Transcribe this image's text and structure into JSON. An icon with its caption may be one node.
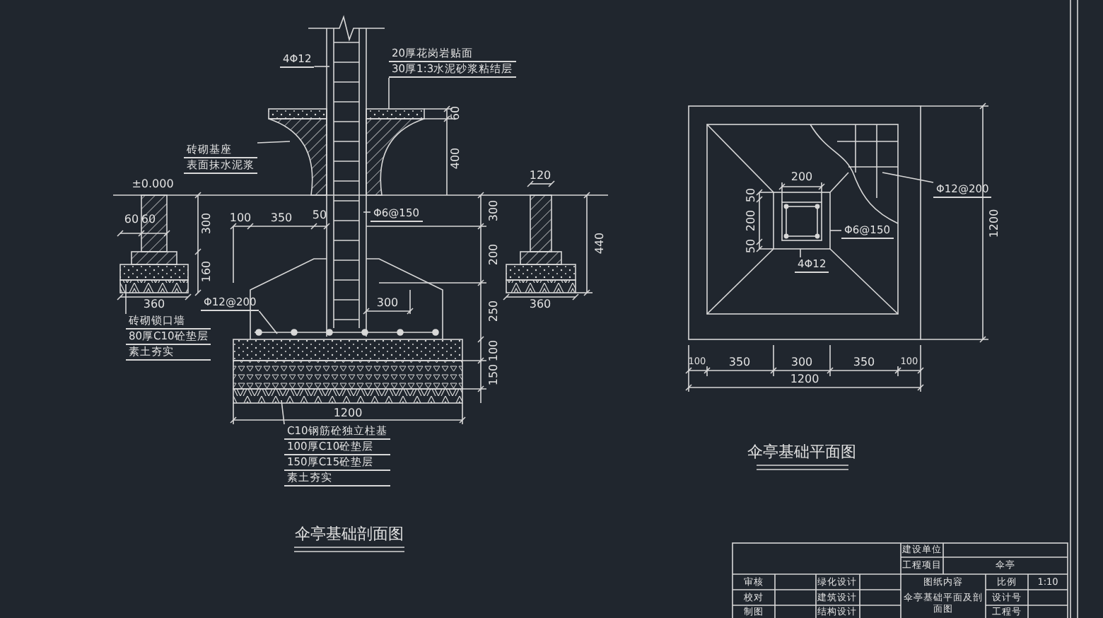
{
  "diagram": {
    "nodes": [
      {
        "text": [
          "4Φ12"
        ]
      },
      {
        "text": [
          "20厚花岗岩贴面",
          "30厚1:3水泥砂浆粘结层"
        ]
      },
      {
        "text": [
          "砖砌基座",
          "表面抹水泥浆"
        ]
      },
      {
        "text": [
          "砖砌锁口墙",
          "80厚C10砼垫层",
          "素土夯实"
        ]
      },
      {
        "text": [
          "C10钢筋砼独立柱基",
          "100厚C10砼垫层",
          "150厚C15砼垫层",
          "素土夯实"
        ]
      },
      {
        "text": [
          "Φ12@200"
        ]
      },
      {
        "text": [
          "Φ6@150"
        ]
      },
      {
        "text": [
          "Φ12@200"
        ]
      },
      {
        "text": [
          "Φ6@150"
        ]
      },
      {
        "text": [
          "4Φ12"
        ]
      }
    ],
    "edges": [
      {
        "from": 0,
        "to": null,
        "arrow": "none"
      },
      {
        "from": 1,
        "to": null,
        "arrow": "none"
      },
      {
        "from": 2,
        "to": null,
        "arrow": "none"
      },
      {
        "from": 3,
        "to": null,
        "arrow": "none"
      },
      {
        "from": 4,
        "to": null,
        "arrow": "none"
      },
      {
        "from": 5,
        "to": null,
        "arrow": "none"
      },
      {
        "from": 6,
        "to": null,
        "arrow": "none"
      },
      {
        "from": 7,
        "to": null,
        "arrow": "none"
      },
      {
        "from": 8,
        "to": null,
        "arrow": "none"
      },
      {
        "from": 9,
        "to": null,
        "arrow": "none"
      }
    ],
    "labels": [
      "±0.000",
      "60",
      "60",
      "300",
      "160",
      "360",
      "100",
      "350",
      "50",
      "60",
      "400",
      "120",
      "300",
      "440",
      "200",
      "360",
      "250",
      "300",
      "100",
      "150",
      "1200",
      "伞亭基础剖面图",
      "200",
      "50",
      "200",
      "50",
      "1200",
      "100",
      "350",
      "300",
      "350",
      "100",
      "1200",
      "伞亭基础平面图",
      "建设单位",
      "工程项目",
      "伞亭",
      "审核",
      "绿化设计",
      "图纸内容",
      "比例",
      "1:10",
      "校对",
      "建筑设计",
      "伞亭基础平面及剖面图",
      "设计号",
      "制图",
      "结构设计",
      "工程号"
    ]
  }
}
